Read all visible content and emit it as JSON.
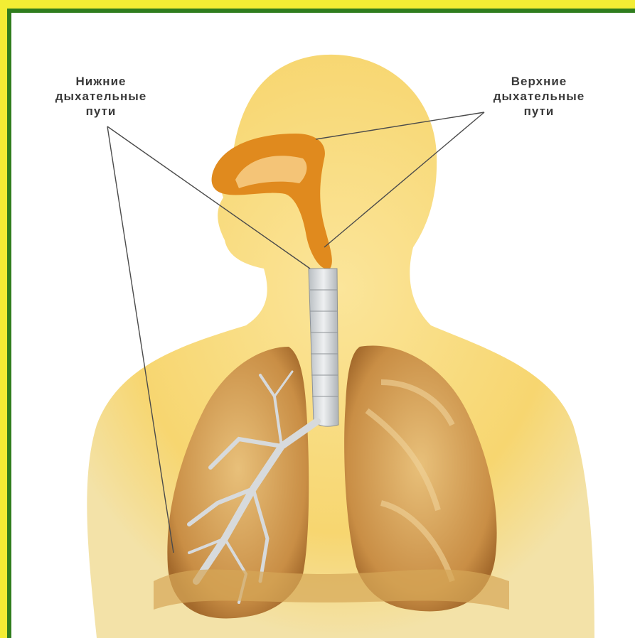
{
  "labels": {
    "lower": {
      "line1": "Нижние",
      "line2": "дыхательные",
      "line3": "пути"
    },
    "upper": {
      "line1": "Верхние",
      "line2": "дыхательные",
      "line3": "пути"
    }
  },
  "colors": {
    "border_outer": "#f3ed34",
    "border_inner": "#2f7d1e",
    "body": "#f7dc7c",
    "airway": "#e08a1e",
    "lung": "#d9a85a",
    "trachea": "#cfd3d6"
  }
}
